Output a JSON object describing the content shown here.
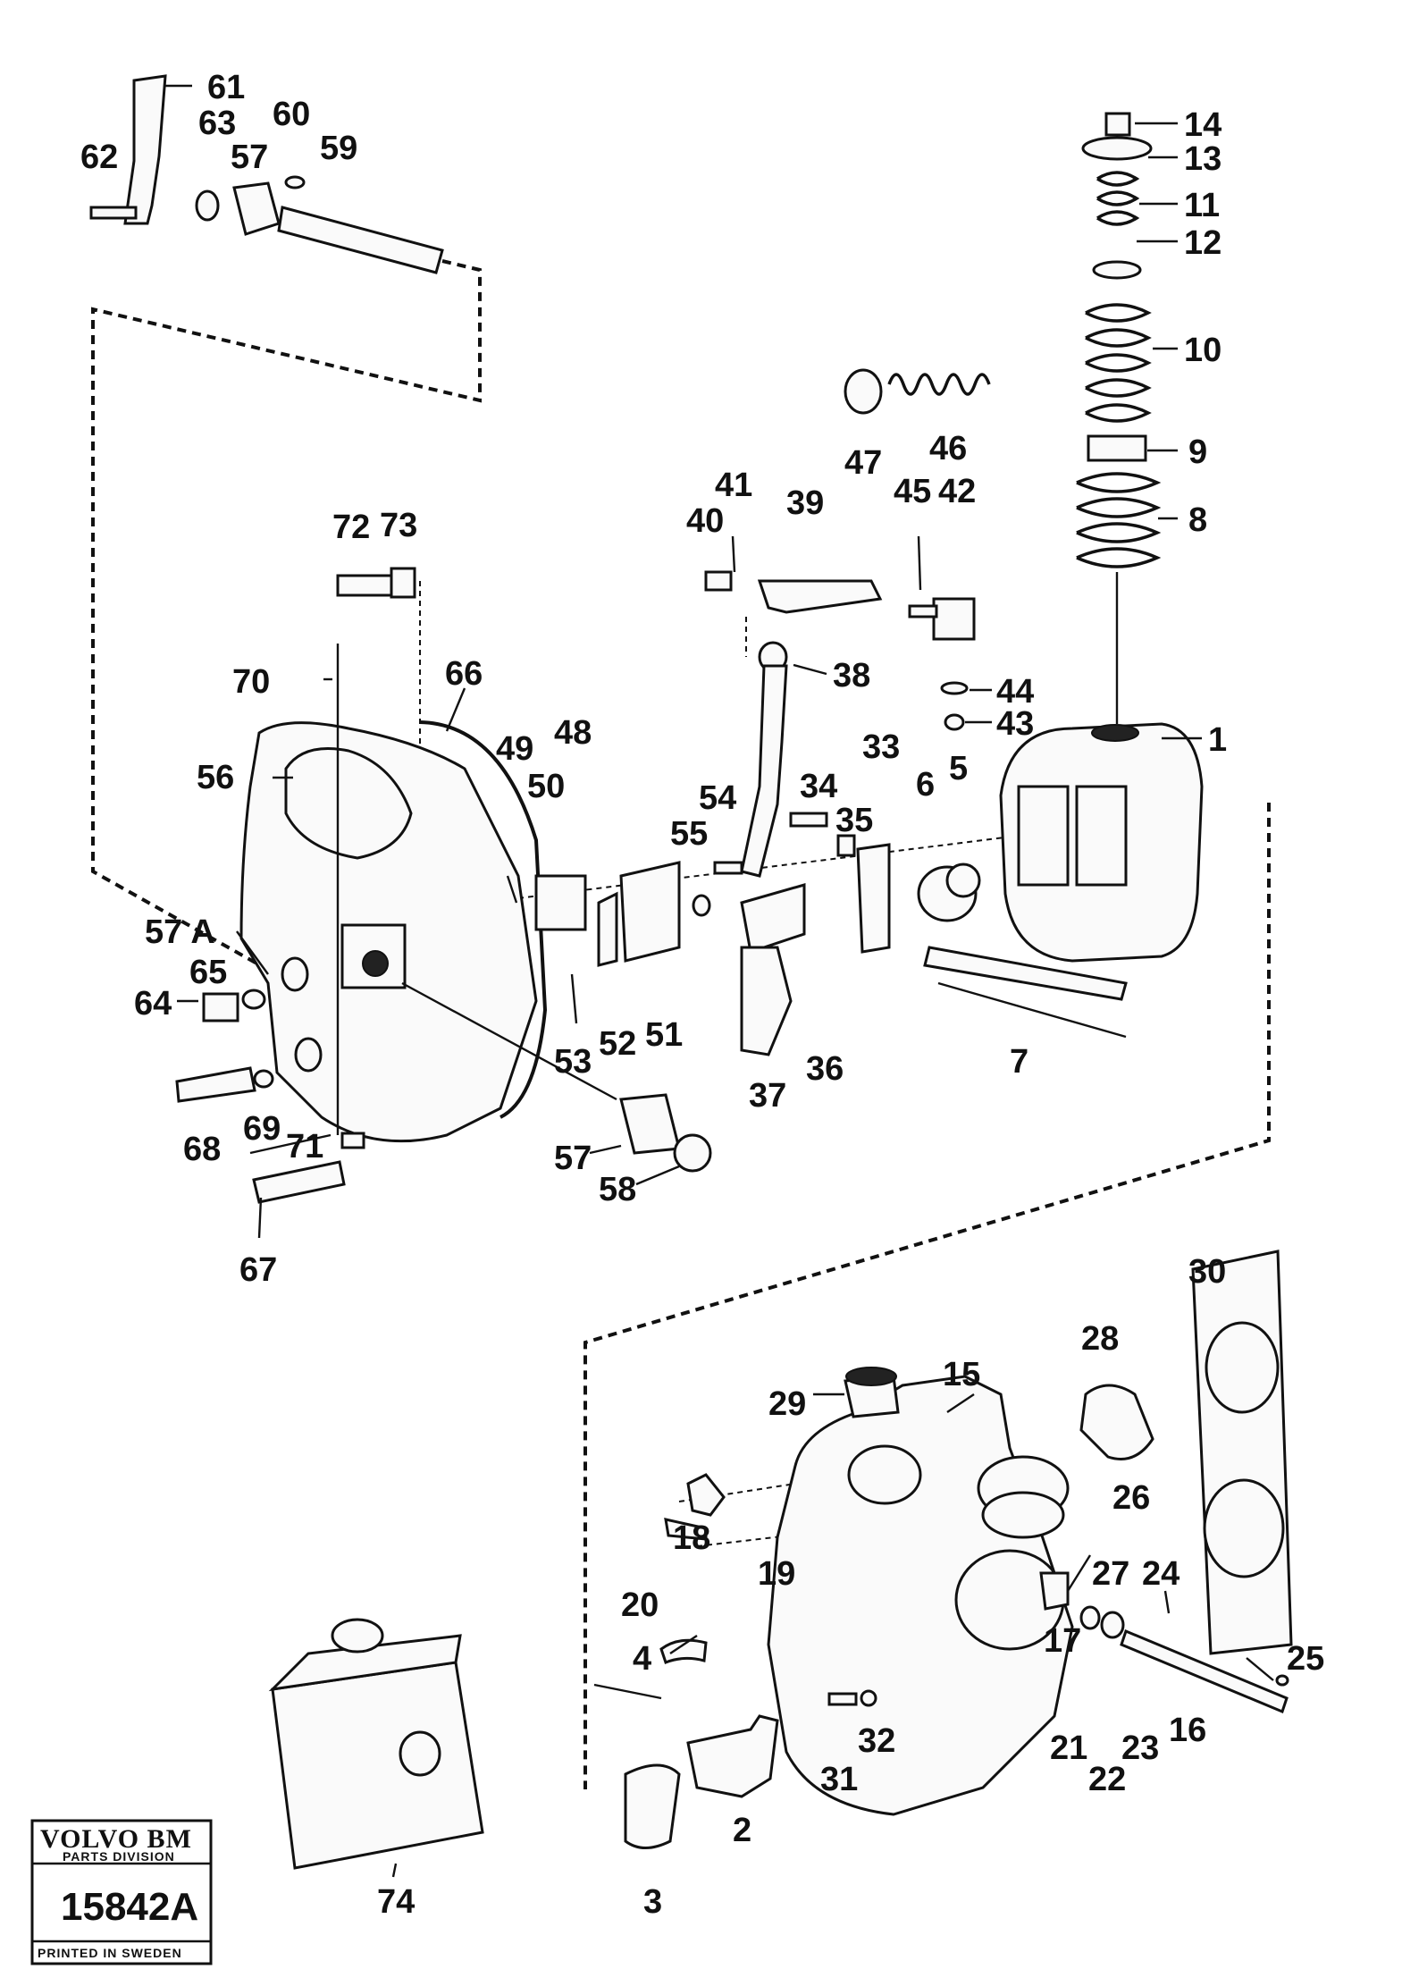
{
  "labels": [
    {
      "id": "61",
      "text": "61"
    },
    {
      "id": "62",
      "text": "62"
    },
    {
      "id": "63",
      "text": "63"
    },
    {
      "id": "60",
      "text": "60"
    },
    {
      "id": "57a",
      "text": "57"
    },
    {
      "id": "59",
      "text": "59"
    },
    {
      "id": "14",
      "text": "14"
    },
    {
      "id": "13",
      "text": "13"
    },
    {
      "id": "11",
      "text": "11"
    },
    {
      "id": "12",
      "text": "12"
    },
    {
      "id": "10",
      "text": "10"
    },
    {
      "id": "9",
      "text": "9"
    },
    {
      "id": "8",
      "text": "8"
    },
    {
      "id": "47",
      "text": "47"
    },
    {
      "id": "46",
      "text": "46"
    },
    {
      "id": "41",
      "text": "41"
    },
    {
      "id": "40",
      "text": "40"
    },
    {
      "id": "39",
      "text": "39"
    },
    {
      "id": "45",
      "text": "45"
    },
    {
      "id": "42",
      "text": "42"
    },
    {
      "id": "72",
      "text": "72"
    },
    {
      "id": "73",
      "text": "73"
    },
    {
      "id": "38",
      "text": "38"
    },
    {
      "id": "44",
      "text": "44"
    },
    {
      "id": "43",
      "text": "43"
    },
    {
      "id": "70",
      "text": "70"
    },
    {
      "id": "66",
      "text": "66"
    },
    {
      "id": "1",
      "text": "1"
    },
    {
      "id": "56",
      "text": "56"
    },
    {
      "id": "49",
      "text": "49"
    },
    {
      "id": "48",
      "text": "48"
    },
    {
      "id": "50",
      "text": "50"
    },
    {
      "id": "34",
      "text": "34"
    },
    {
      "id": "33",
      "text": "33"
    },
    {
      "id": "35",
      "text": "35"
    },
    {
      "id": "6",
      "text": "6"
    },
    {
      "id": "5",
      "text": "5"
    },
    {
      "id": "54",
      "text": "54"
    },
    {
      "id": "55",
      "text": "55"
    },
    {
      "id": "57A",
      "text": "57 A"
    },
    {
      "id": "64",
      "text": "64"
    },
    {
      "id": "65",
      "text": "65"
    },
    {
      "id": "53",
      "text": "53"
    },
    {
      "id": "52",
      "text": "52"
    },
    {
      "id": "51",
      "text": "51"
    },
    {
      "id": "37",
      "text": "37"
    },
    {
      "id": "36",
      "text": "36"
    },
    {
      "id": "7",
      "text": "7"
    },
    {
      "id": "68",
      "text": "68"
    },
    {
      "id": "69",
      "text": "69"
    },
    {
      "id": "71",
      "text": "71"
    },
    {
      "id": "57b",
      "text": "57"
    },
    {
      "id": "58",
      "text": "58"
    },
    {
      "id": "67",
      "text": "67"
    },
    {
      "id": "30",
      "text": "30"
    },
    {
      "id": "28",
      "text": "28"
    },
    {
      "id": "15",
      "text": "15"
    },
    {
      "id": "29",
      "text": "29"
    },
    {
      "id": "26",
      "text": "26"
    },
    {
      "id": "18",
      "text": "18"
    },
    {
      "id": "19",
      "text": "19"
    },
    {
      "id": "27",
      "text": "27"
    },
    {
      "id": "24",
      "text": "24"
    },
    {
      "id": "20",
      "text": "20"
    },
    {
      "id": "17",
      "text": "17"
    },
    {
      "id": "25",
      "text": "25"
    },
    {
      "id": "4",
      "text": "4"
    },
    {
      "id": "16",
      "text": "16"
    },
    {
      "id": "21",
      "text": "21"
    },
    {
      "id": "23",
      "text": "23"
    },
    {
      "id": "32",
      "text": "32"
    },
    {
      "id": "22",
      "text": "22"
    },
    {
      "id": "31",
      "text": "31"
    },
    {
      "id": "2",
      "text": "2"
    },
    {
      "id": "74",
      "text": "74"
    },
    {
      "id": "3",
      "text": "3"
    }
  ],
  "stamp": {
    "brand": "VOLVO BM",
    "division": "PARTS DIVISION",
    "number": "15842A",
    "printed": "PRINTED IN SWEDEN"
  }
}
